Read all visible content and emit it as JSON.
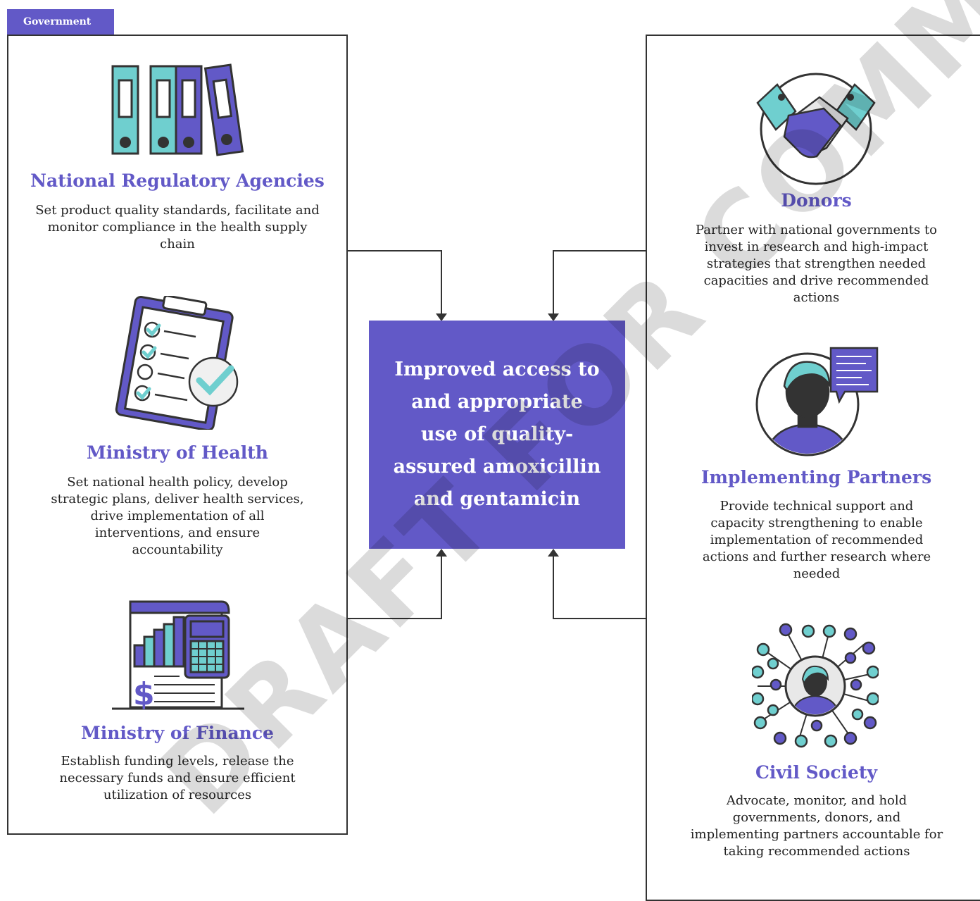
{
  "tag": {
    "label": "Government"
  },
  "center": {
    "text": "Improved access to and appropriate use of quality-assured amoxicillin and gentamicin"
  },
  "government": [
    {
      "heading": "National Regulatory Agencies",
      "desc": "Set product quality standards, facilitate and monitor compliance in the health supply chain"
    },
    {
      "heading": "Ministry of Health",
      "desc": "Set national health policy, develop strategic plans, deliver health services, drive implementation of all interventions, and ensure accountability"
    },
    {
      "heading": "Ministry of Finance",
      "desc": "Establish funding levels, release the necessary funds and ensure efficient utilization of resources"
    }
  ],
  "partners": [
    {
      "heading": "Donors",
      "desc": "Partner with national governments to invest in research and high-impact strategies that strengthen needed capacities and drive recommended actions"
    },
    {
      "heading": "Implementing Partners",
      "desc": "Provide technical support and capacity strengthening to enable implementation of recommended actions and further research where needed"
    },
    {
      "heading": "Civil Society",
      "desc": "Advocate, monitor, and hold governments, donors, and implementing partners accountable for taking recommended actions"
    }
  ],
  "watermark": "DRAFT FOR COMMENT",
  "colors": {
    "purple": "#6259c7",
    "teal": "#6fcfcf",
    "outline": "#333333"
  }
}
